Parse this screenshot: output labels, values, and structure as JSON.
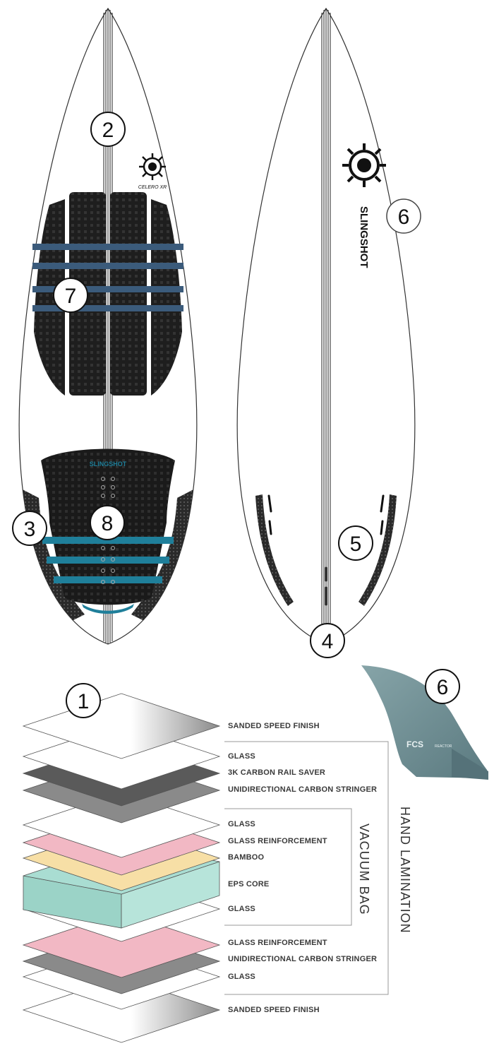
{
  "callouts": {
    "c1": "1",
    "c2": "2",
    "c3": "3",
    "c4": "4",
    "c5": "5",
    "c6_board": "6",
    "c6_fin": "6",
    "c7": "7",
    "c8": "8"
  },
  "brand": {
    "deck_model": "CELERO XR",
    "bottom_brand": "SLINGSHOT",
    "traction_brand": "SLINGSHOT",
    "fin_brand": "FCS",
    "fin_model": "REACTOR"
  },
  "layers": [
    {
      "label": "SANDED SPEED FINISH"
    },
    {
      "label": "GLASS"
    },
    {
      "label": "3K CARBON RAIL SAVER"
    },
    {
      "label": "UNIDIRECTIONAL CARBON STRINGER"
    },
    {
      "label": "GLASS"
    },
    {
      "label": "GLASS REINFORCEMENT"
    },
    {
      "label": "BAMBOO"
    },
    {
      "label": "EPS CORE"
    },
    {
      "label": "GLASS"
    },
    {
      "label": "GLASS REINFORCEMENT"
    },
    {
      "label": "UNIDIRECTIONAL CARBON STRINGER"
    },
    {
      "label": "GLASS"
    },
    {
      "label": "SANDED SPEED FINISH"
    }
  ],
  "brackets": {
    "hand_lamination": "HAND LAMINATION",
    "vacuum_bag": "VACUUM BAG"
  },
  "colors": {
    "pad": "#1f1f1f",
    "pad_stripe": "#3a5a7a",
    "tail_stripe": "#1f7f9a",
    "rail_saver": "#222222",
    "carbon_dark": "#5a5a5a",
    "carbon_grey": "#8a8a8a",
    "glass_reinforcement": "#f2b8c4",
    "bamboo": "#f7dfa6",
    "eps_core": "#a9ddd2",
    "fin": "#6f8f94"
  }
}
